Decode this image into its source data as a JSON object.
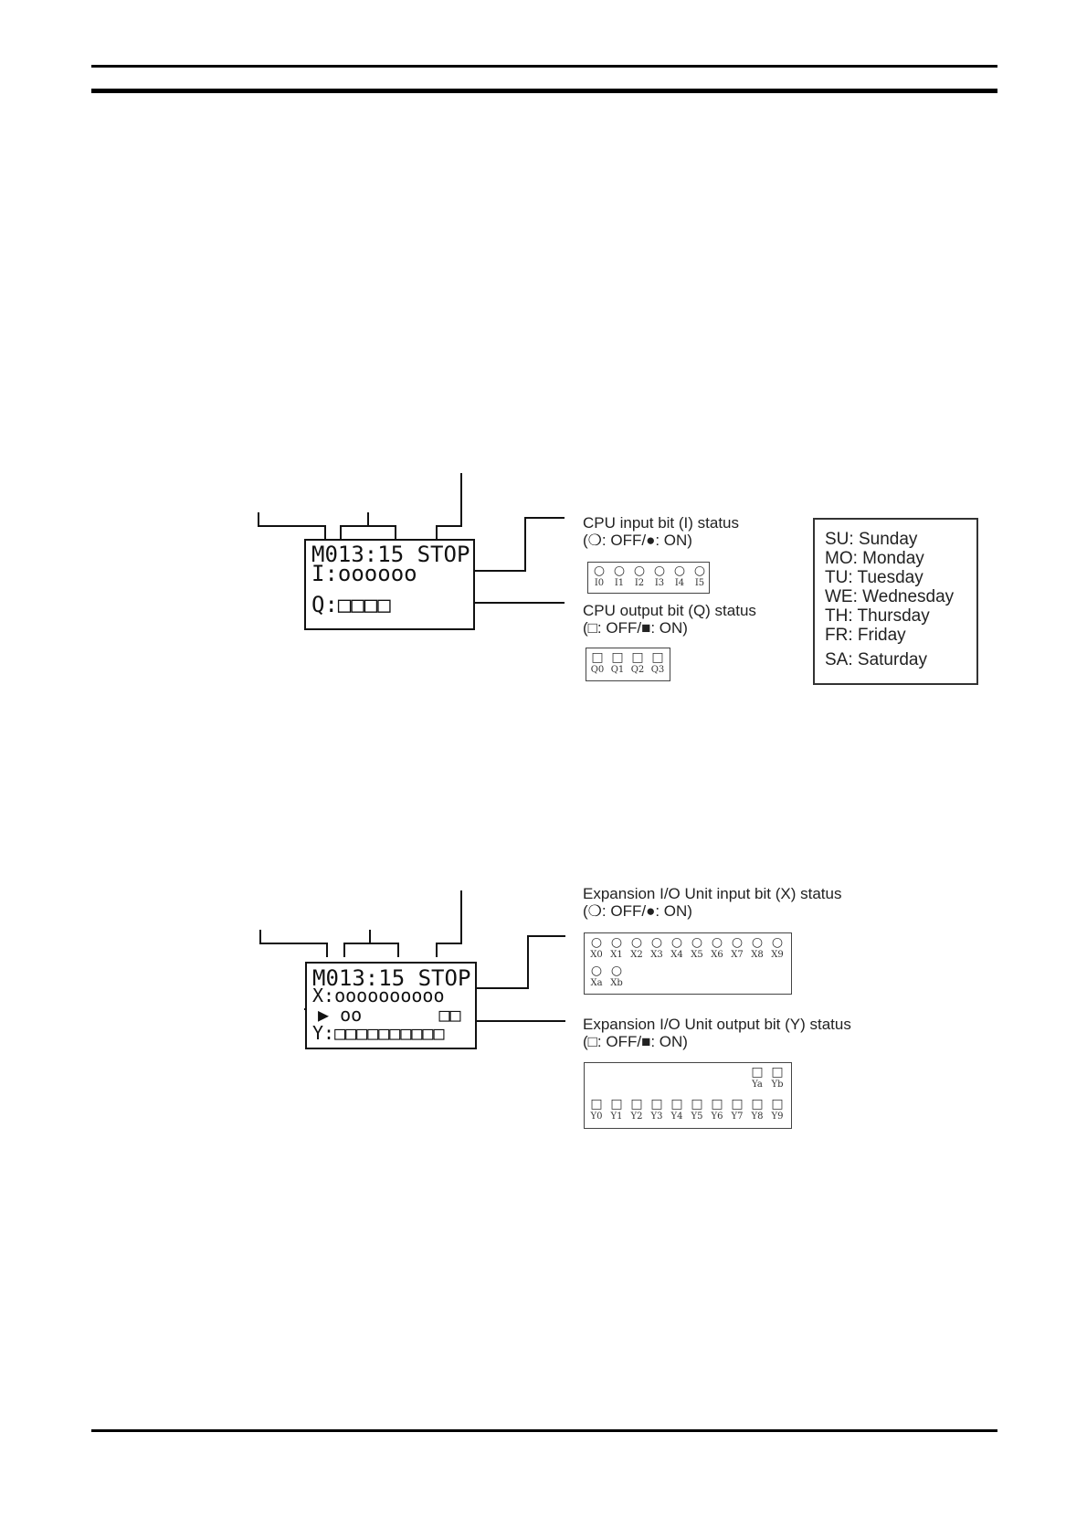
{
  "diagram1": {
    "lcd": {
      "line1": "M013:15 STOP",
      "line2": "I:oooooo",
      "line3": "Q:□□□□"
    },
    "cpu_input": {
      "label": "CPU input bit (I) status",
      "legend": "(❍: OFF/●: ON)",
      "indicators": [
        "I0",
        "I1",
        "I2",
        "I3",
        "I4",
        "I5"
      ]
    },
    "cpu_output": {
      "label": "CPU output bit (Q) status",
      "legend": "(□: OFF/■: ON)",
      "indicators": [
        "Q0",
        "Q1",
        "Q2",
        "Q3"
      ]
    },
    "days": [
      "SU: Sunday",
      "MO: Monday",
      "TU: Tuesday",
      "WE: Wednesday",
      "TH: Thursday",
      "FR: Friday",
      "SA: Saturday"
    ]
  },
  "diagram2": {
    "lcd": {
      "line1": "M013:15 STOP",
      "line2": "X:oooooooooo",
      "line3": "▶ oo       □□",
      "line4": "Y:□□□□□□□□□□"
    },
    "exp_input": {
      "label": "Expansion I/O Unit input bit (X) status",
      "legend": "(❍: OFF/●: ON)",
      "indicators_row1": [
        "X0",
        "X1",
        "X2",
        "X3",
        "X4",
        "X5",
        "X6",
        "X7",
        "X8",
        "X9"
      ],
      "indicators_row2": [
        "Xa",
        "Xb"
      ]
    },
    "exp_output": {
      "label": "Expansion I/O Unit output bit (Y) status",
      "legend": "(□: OFF/■: ON)",
      "indicators_row1": [
        "Ya",
        "Yb"
      ],
      "indicators_row2": [
        "Y0",
        "Y1",
        "Y2",
        "Y3",
        "Y4",
        "Y5",
        "Y6",
        "Y7",
        "Y8",
        "Y9"
      ]
    }
  },
  "symbols": {
    "off_circle": "○",
    "off_square": "□"
  }
}
